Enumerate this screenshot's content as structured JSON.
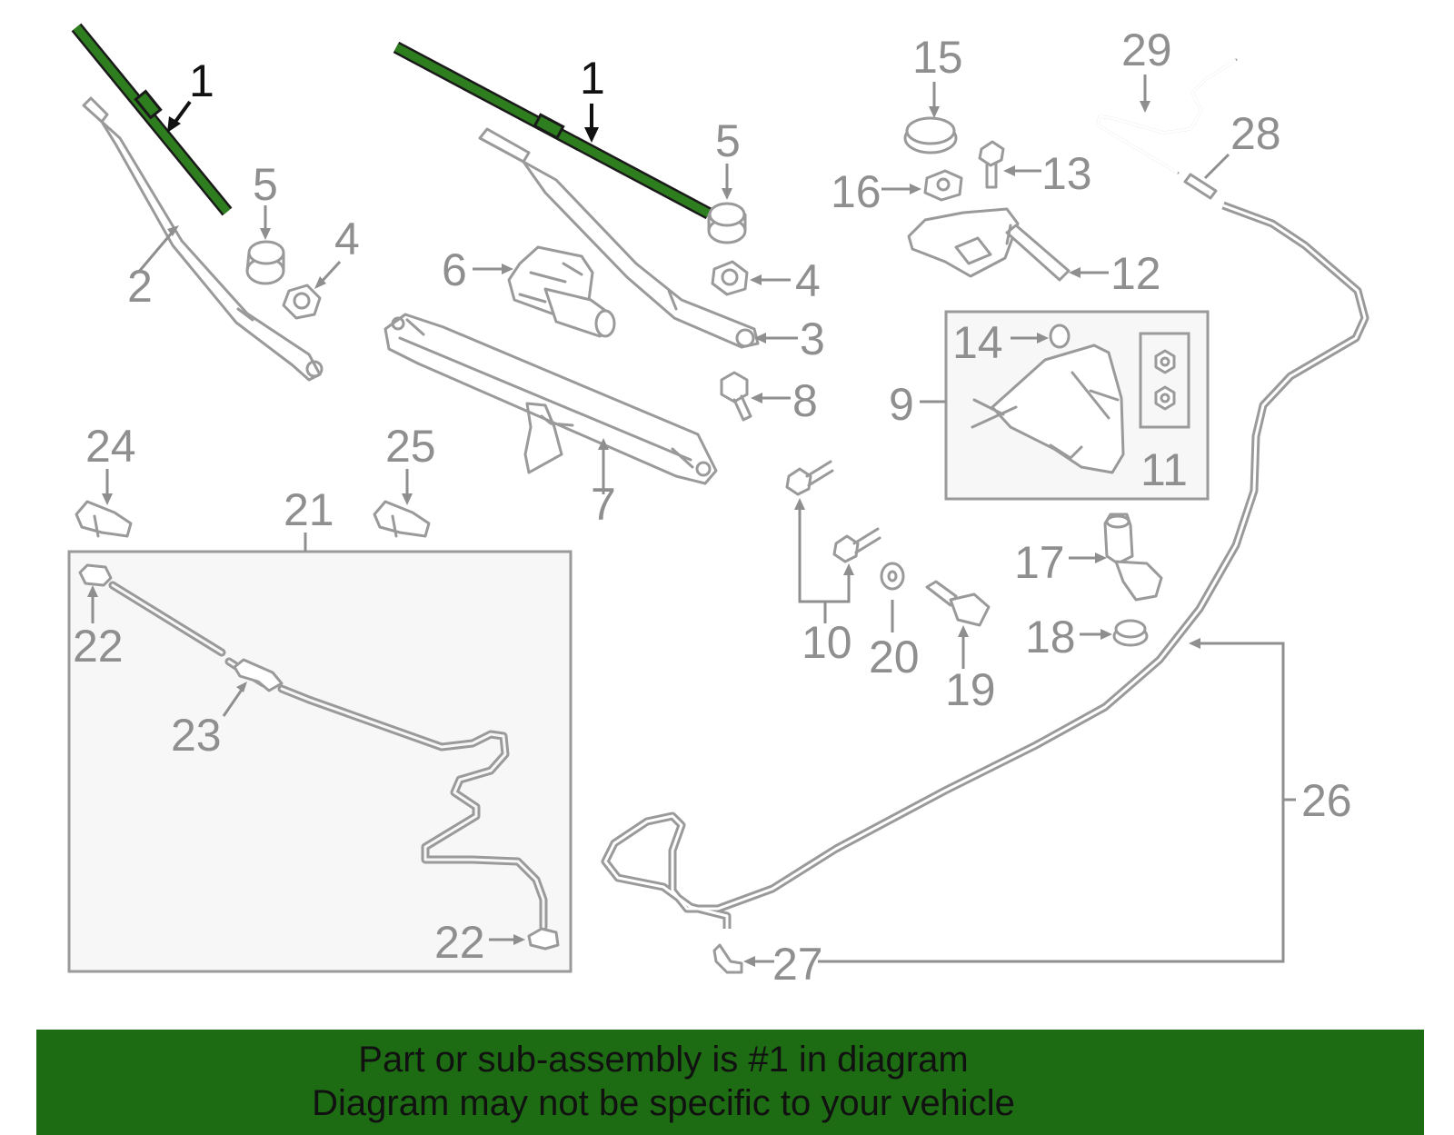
{
  "callouts": {
    "blade_left": "1",
    "blade_right": "1",
    "arm_left": "2",
    "arm_right": "3",
    "nut_left": "4",
    "nut_right": "4",
    "cap_left": "5",
    "cap_right": "5",
    "motor": "6",
    "linkage": "7",
    "bolt_8": "8",
    "reservoir": "9",
    "bolt_10": "10",
    "nuts_11": "11",
    "filler_neck": "12",
    "bolt_13": "13",
    "seal_14": "14",
    "cap_15": "15",
    "bracket_16": "16",
    "pump": "17",
    "grommet": "18",
    "sensor": "19",
    "washer_20": "20",
    "hose_assembly": "21",
    "nozzle_top": "22",
    "nozzle_bottom": "22",
    "connector_23": "23",
    "jet_24": "24",
    "jet_25": "25",
    "hose_26": "26",
    "elbow_27": "27",
    "connector_28": "28",
    "hose_29": "29"
  },
  "banner": {
    "line1": "Part or sub-assembly is #1 in diagram",
    "line2": "Diagram may not be specific to your vehicle"
  },
  "colors": {
    "highlight": "#2e7d1e",
    "banner_bg": "#1d6b12",
    "parts": "#9a9a9a"
  }
}
